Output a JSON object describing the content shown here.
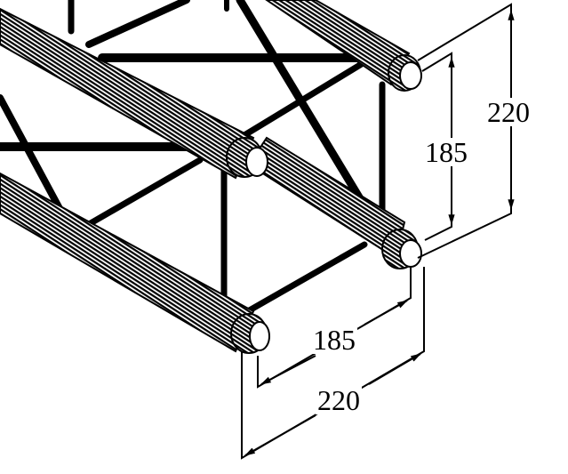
{
  "drawing": {
    "subject": "square truss segment, isometric view",
    "line_color": "#000000",
    "background": "#ffffff"
  },
  "dimensions": {
    "vertical_outer": {
      "label": "220",
      "meaning": "outer height"
    },
    "vertical_inner": {
      "label": "185",
      "meaning": "centre-to-centre height"
    },
    "horizontal_inner": {
      "label": "185",
      "meaning": "centre-to-centre width"
    },
    "horizontal_outer": {
      "label": "220",
      "meaning": "outer width"
    }
  }
}
